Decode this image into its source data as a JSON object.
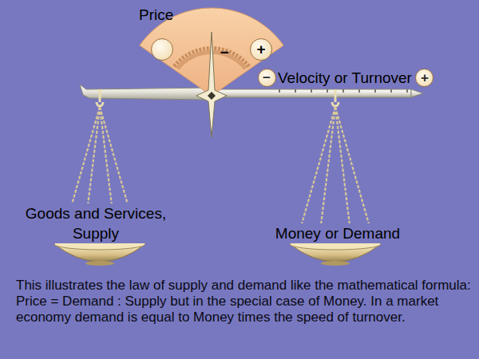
{
  "diagram": {
    "caption": "This illustrates the law of supply and demand like the mathematical formula: Price = Demand : Supply but in the special case of Money. In a market economy demand is equal to Money times the speed of turnover.",
    "nodes": [
      {
        "text": [
          "Price"
        ]
      },
      {
        "text": [
          "−"
        ],
        "in": 0
      },
      {
        "text": [
          "+"
        ],
        "in": 0
      },
      {
        "text": [
          "−"
        ]
      },
      {
        "text": [
          "+"
        ]
      }
    ],
    "labels": [
      "Velocity or Turnover",
      "Goods and Services, Supply",
      "Money or Demand"
    ]
  }
}
